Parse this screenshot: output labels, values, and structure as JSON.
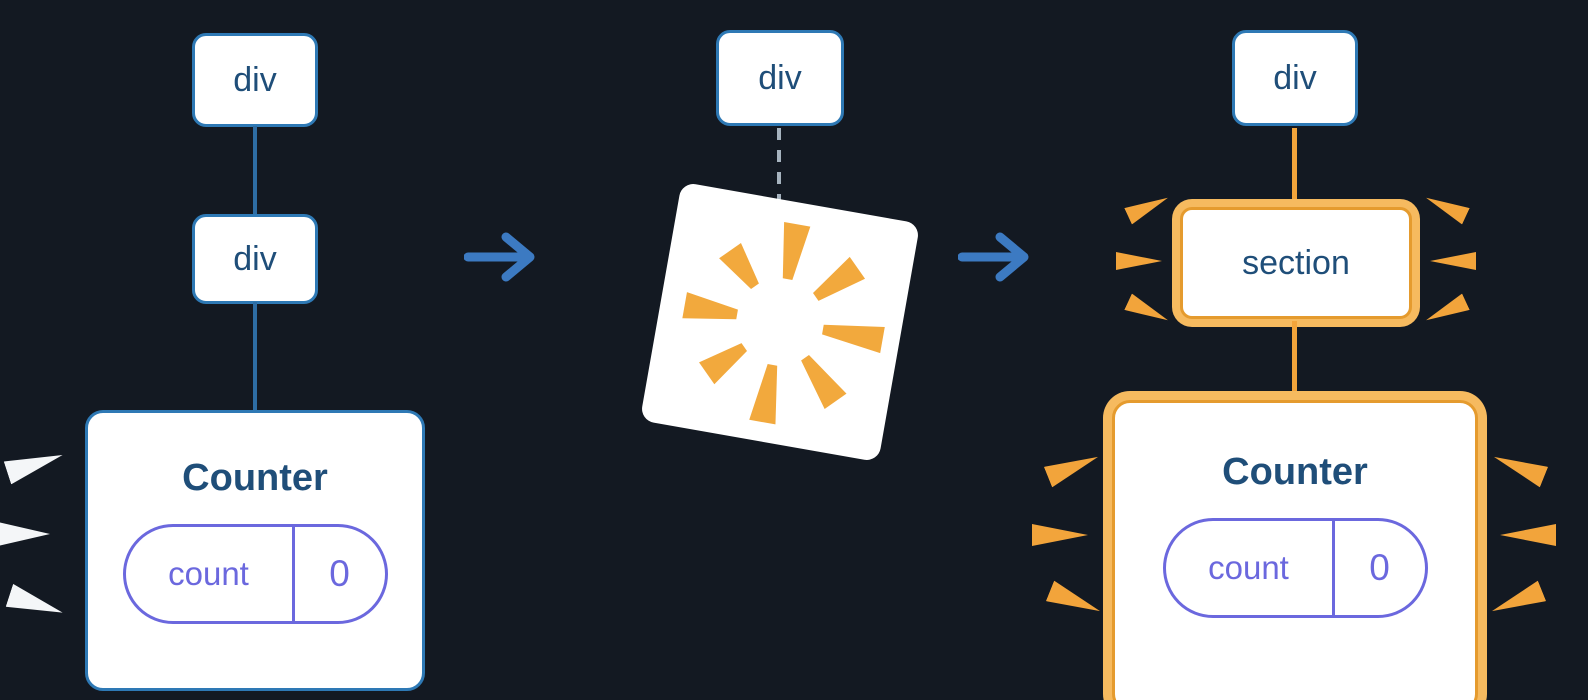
{
  "colors": {
    "background": "#131922",
    "node_border_blue": "#2e79b5",
    "node_text_blue": "#1f4e79",
    "connector_blue": "#2e6da4",
    "arrow_blue": "#3c7ac2",
    "highlight_ring_orange": "#f6ba5f",
    "highlight_border_orange": "#e59b2e",
    "spark_orange": "#f2a43b",
    "spark_white": "#f4f6f8",
    "state_purple": "#6b68de",
    "dashed_connector_gray": "#a6b3bf"
  },
  "before": {
    "root_node": "div",
    "child_node": "div",
    "component": {
      "name": "Counter",
      "state_key": "count",
      "state_value": "0"
    }
  },
  "during": {
    "root_node": "div"
  },
  "after": {
    "root_node": "div",
    "new_node": "section",
    "component": {
      "name": "Counter",
      "state_key": "count",
      "state_value": "0"
    }
  }
}
